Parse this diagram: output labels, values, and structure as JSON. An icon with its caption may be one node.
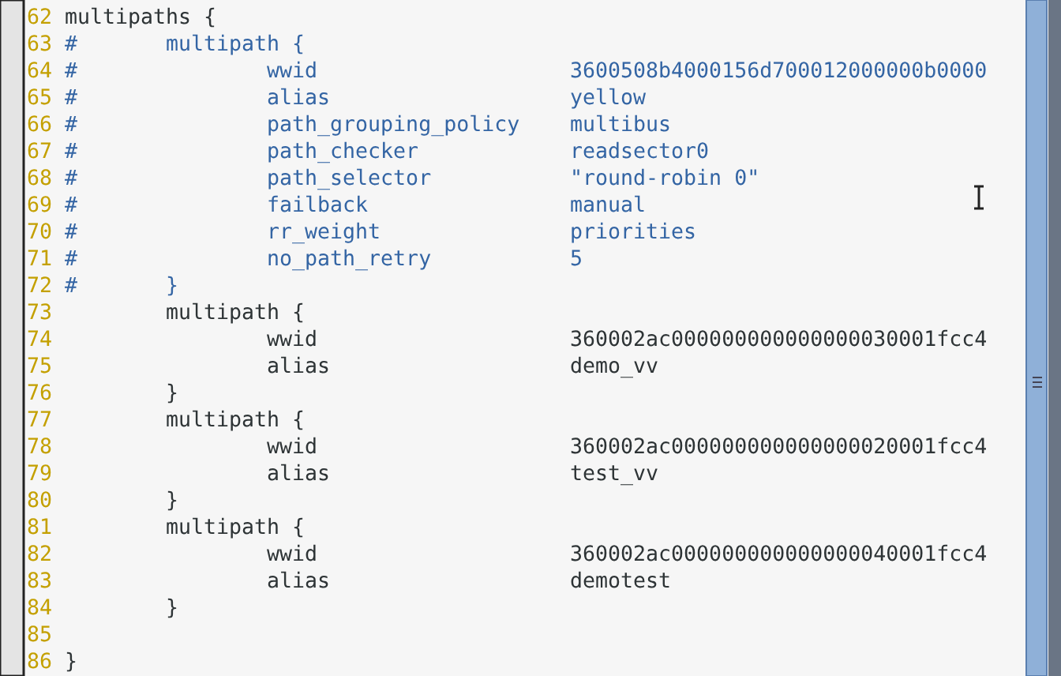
{
  "diagram": {
    "labels": [
      "62",
      "multipaths {",
      "63",
      "#",
      "multipath {",
      "64",
      "#",
      "wwid",
      "3600508b4000156d700012000000b0000",
      "65",
      "#",
      "alias",
      "yellow",
      "66",
      "#",
      "path_grouping_policy",
      "multibus",
      "67",
      "#",
      "path_checker",
      "readsector0",
      "68",
      "#",
      "path_selector",
      "\"round-robin 0\"",
      "69",
      "#",
      "failback",
      "manual",
      "70",
      "#",
      "rr_weight",
      "priorities",
      "71",
      "#",
      "no_path_retry",
      "5",
      "72",
      "#",
      "}",
      "73",
      "multipath {",
      "74",
      "wwid",
      "360002ac000000000000000030001fcc4",
      "75",
      "alias",
      "demo_vv",
      "76",
      "}",
      "77",
      "multipath {",
      "78",
      "wwid",
      "360002ac000000000000000020001fcc4",
      "79",
      "alias",
      "test_vv",
      "80",
      "}",
      "81",
      "multipath {",
      "82",
      "wwid",
      "360002ac000000000000000040001fcc4",
      "83",
      "alias",
      "demotest",
      "84",
      "}",
      "85",
      "86",
      "}"
    ]
  }
}
